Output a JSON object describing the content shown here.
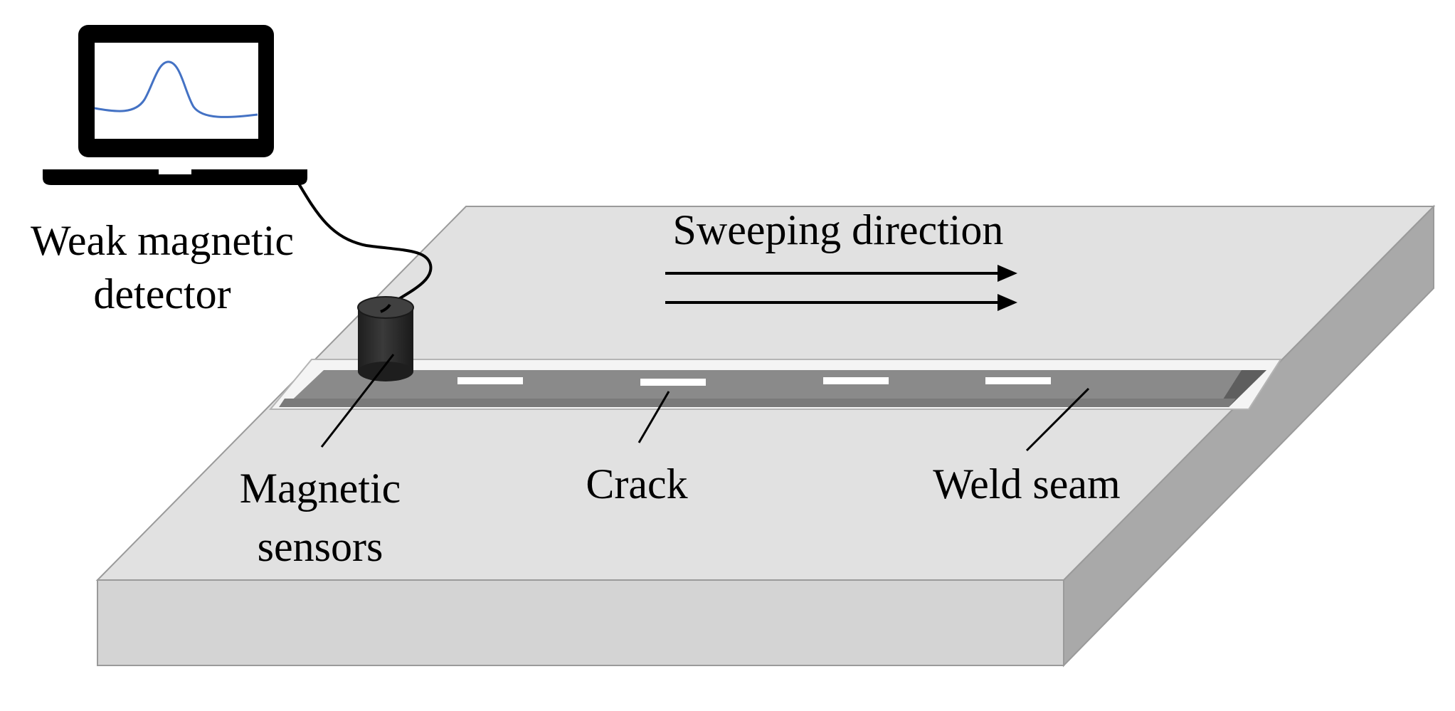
{
  "labels": {
    "detector_line1": "Weak magnetic",
    "detector_line2": "detector",
    "sweeping": "Sweeping direction",
    "sensors_line1": "Magnetic",
    "sensors_line2": "sensors",
    "crack": "Crack",
    "weld_seam": "Weld seam"
  },
  "colors": {
    "plate_top": "#e1e1e1",
    "plate_front": "#d4d4d4",
    "plate_side": "#a9a9a9",
    "plate_edge": "#9a9a9a",
    "weld_groove": "#f4f4f4",
    "weld_seam": "#8a8a8a",
    "crack": "#ffffff",
    "sensor": "#2b2b2b",
    "laptop": "#000000",
    "screen": "#ffffff",
    "signal": "#4472c4"
  },
  "icons": {
    "laptop": "laptop-icon",
    "sensor": "cylinder-sensor-icon",
    "signal": "signal-peak-icon"
  }
}
